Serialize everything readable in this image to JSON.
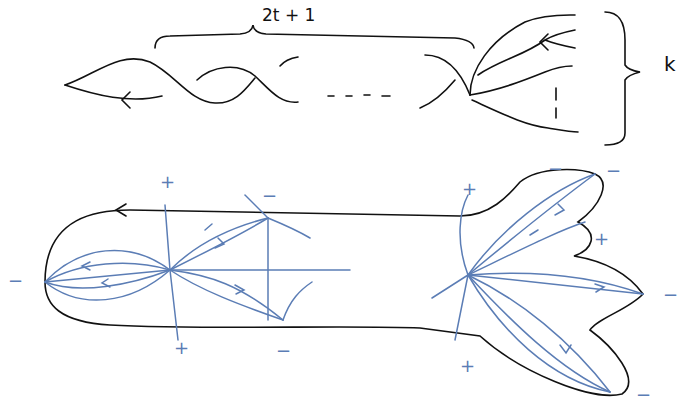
{
  "diagram": {
    "labels": [
      "2t + 1",
      "k",
      "−",
      "+",
      "−",
      "+",
      "−",
      "+",
      "−",
      "+",
      "−",
      "+",
      "−",
      "−"
    ]
  }
}
